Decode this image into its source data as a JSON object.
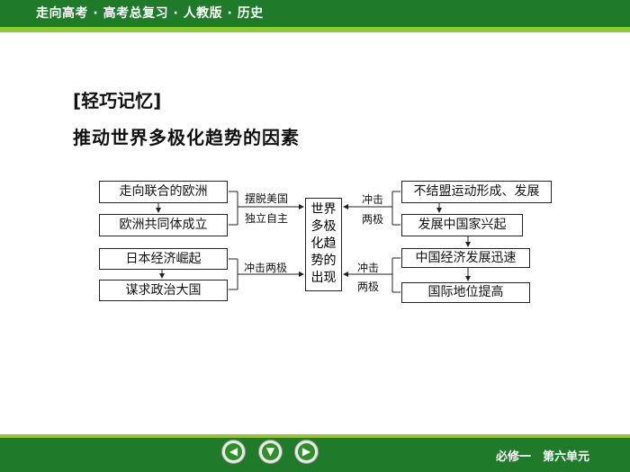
{
  "header": {
    "title": "走向高考 · 高考总复习 · 人教版 · 历史"
  },
  "content": {
    "heading": "[轻巧记忆]",
    "subheading": "推动世界多极化趋势的因素"
  },
  "diagram": {
    "left_top": {
      "box1": "走向联合的欧洲",
      "box2": "欧洲共同体成立",
      "label_line1": "摆脱美国",
      "label_line2": "独立自主"
    },
    "left_bottom": {
      "box1": "日本经济崛起",
      "box2": "谋求政治大国",
      "label": "冲击两极"
    },
    "center": {
      "line1": "世界",
      "line2": "多极",
      "line3": "化趋",
      "line4": "势的",
      "line5": "出现"
    },
    "right_top": {
      "box1": "不结盟运动形成、发展",
      "box2": "发展中国家兴起",
      "label_line1": "冲击",
      "label_line2": "两极"
    },
    "right_bottom": {
      "box1": "中国经济发展迅速",
      "box2": "国际地位提高",
      "label_line1": "冲击",
      "label_line2": "两极"
    }
  },
  "footer": {
    "text": "必修一　第六单元",
    "nav": {
      "prev_icon": "arrow-left-icon",
      "down_icon": "arrow-down-icon",
      "next_icon": "arrow-right-icon",
      "prev_glyph": "◀",
      "down_glyph": "▼",
      "next_glyph": "▶"
    }
  },
  "colors": {
    "bar_green": "#1f7a2a",
    "accent_lime": "#8fc93a"
  }
}
